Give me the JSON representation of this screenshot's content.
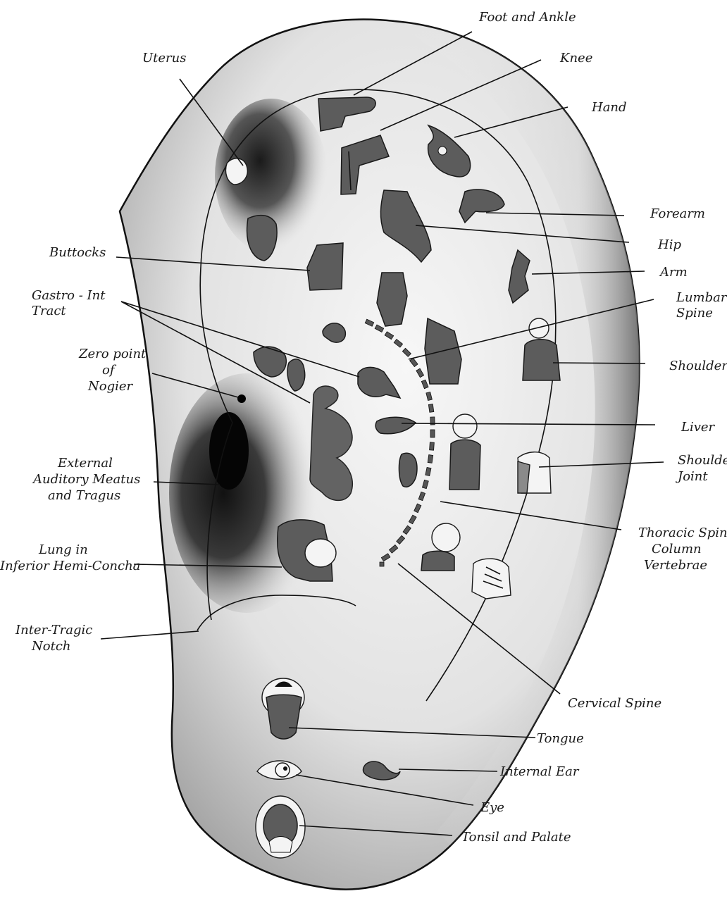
{
  "labels": {
    "foot_and_ankle": "Foot and Ankle",
    "uterus": "Uterus",
    "knee": "Knee",
    "hand": "Hand",
    "forearm": "Forearm",
    "hip": "Hip",
    "buttocks": "Buttocks",
    "arm": "Arm",
    "gastro_line1": "Gastro - Int",
    "gastro_line2": "Tract",
    "lumbar_line1": "Lumbar",
    "lumbar_line2": "Spine",
    "zero_line1": "Zero point",
    "zero_line2": "of",
    "zero_line3": "Nogier",
    "shoulder": "Shoulder",
    "liver": "Liver",
    "external_line1": "External",
    "external_line2": "Auditory Meatus",
    "external_line3": "and Tragus",
    "shoulder_joint_line1": "Shoulde",
    "shoulder_joint_line2": "Joint",
    "thoracic_line1": "Thoracic Spina",
    "thoracic_line2": "Column",
    "thoracic_line3": "Vertebrae",
    "lung_line1": "Lung in",
    "lung_line2": "Inferior Hemi-Concha",
    "inter_tragic_line1": "Inter-Tragic",
    "inter_tragic_line2": "Notch",
    "cervical_spine": "Cervical Spine",
    "tongue": "Tongue",
    "internal_ear": "Internal Ear",
    "eye": "Eye",
    "tonsil_and_palate": "Tonsil and Palate"
  }
}
